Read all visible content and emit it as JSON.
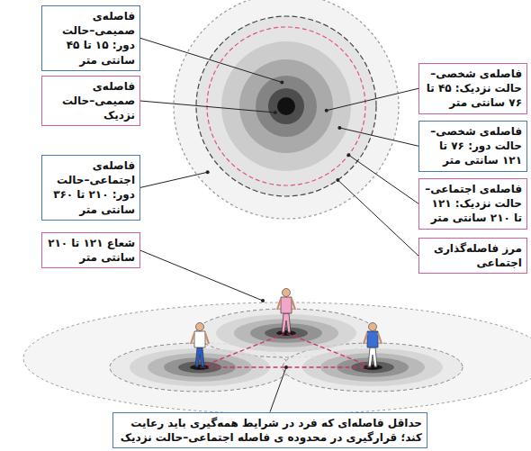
{
  "diagram": {
    "nodes": [
      {
        "text": [
          "فاصله‌ی صمیمی–حالت دور: ۱۵ تا ۴۵ سانتی متر"
        ]
      },
      {
        "text": [
          "فاصله‌ی صمیمی–حالت نزدیک"
        ]
      },
      {
        "text": [
          "فاصله‌ی اجتماعی–حالت دور: ۲۱۰ تا ۳۶۰ سانتی متر"
        ]
      },
      {
        "text": [
          "شعاع ۱۲۱ تا ۲۱۰ سانتی متر"
        ]
      },
      {
        "text": [
          "فاصله‌ی شخصی–حالت نزدیک: ۴۵ تا ۷۶ سانتی متر"
        ]
      },
      {
        "text": [
          "فاصله‌ی شخصی–حالت دور: ۷۶ تا ۱۲۱ سانتی متر"
        ]
      },
      {
        "text": [
          "فاصله‌ی اجتماعی–حالت نزدیک: ۱۲۱ تا ۲۱۰ سانتی متر"
        ]
      },
      {
        "text": [
          "مرز فاصله‌گذاری اجتماعی"
        ]
      },
      {
        "text": [
          "حداقل فاصله‌ای که فرد در شرایط همه‌گیری باید رعایت کند؛ قرارگیری در محدوده ی فاصله اجتماعی–حالت نزدیک"
        ]
      }
    ]
  }
}
